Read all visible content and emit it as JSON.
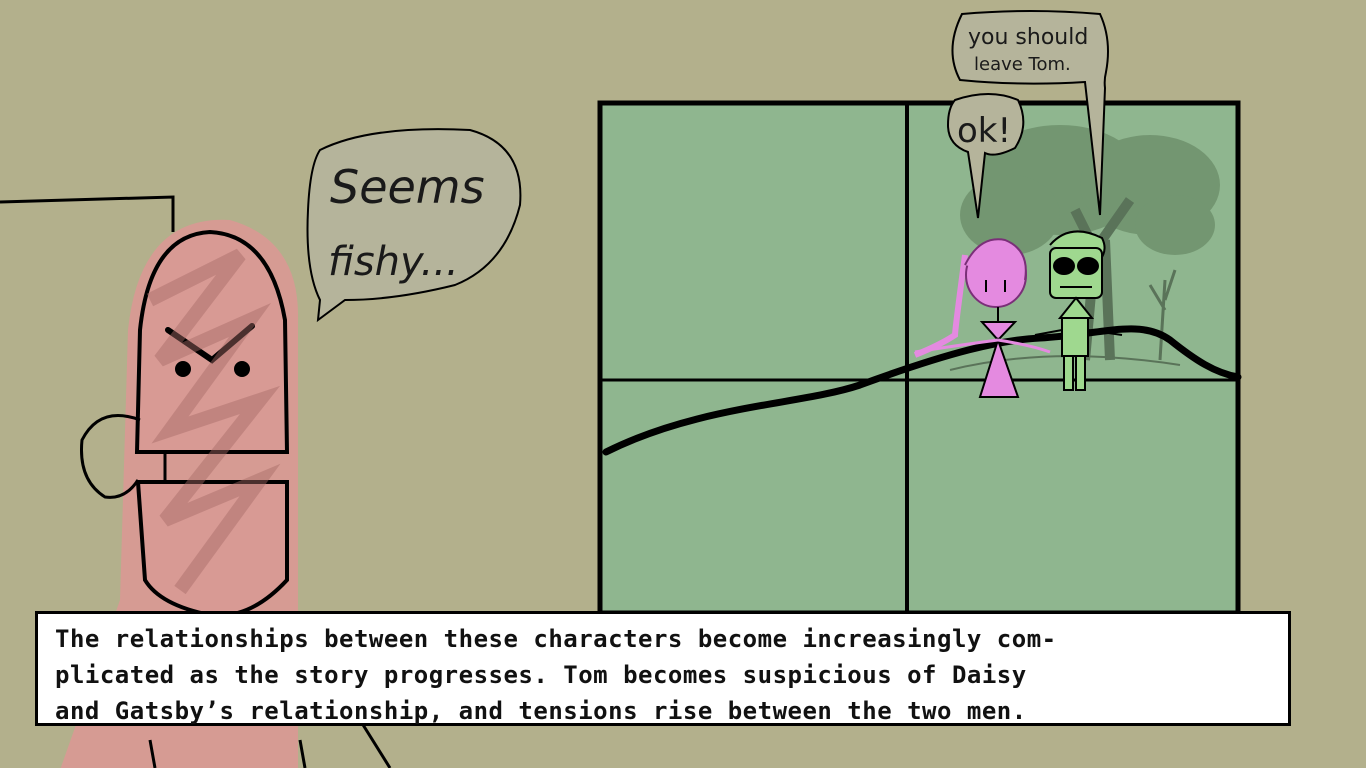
{
  "bubbles": {
    "fishy_line1": "Seems",
    "fishy_line2": "fishy...",
    "ok": "ok!",
    "leave_line1": "you should",
    "leave_line2": "leave Tom."
  },
  "caption": {
    "line1": "The relationships between these characters become increasingly com-",
    "line2": "plicated as the story progresses. Tom becomes suspicious of Daisy",
    "line3": "and Gatsby’s relationship, and tensions rise between the two men."
  },
  "colors": {
    "background": "#b3b08c",
    "window_glass": "#8fb68f",
    "speech_bubble": "#b5b49b",
    "tom": "#d89a94",
    "daisy": "#e48ae0",
    "gatsby": "#9fd88f"
  },
  "characters": [
    "tom",
    "daisy",
    "gatsby"
  ]
}
